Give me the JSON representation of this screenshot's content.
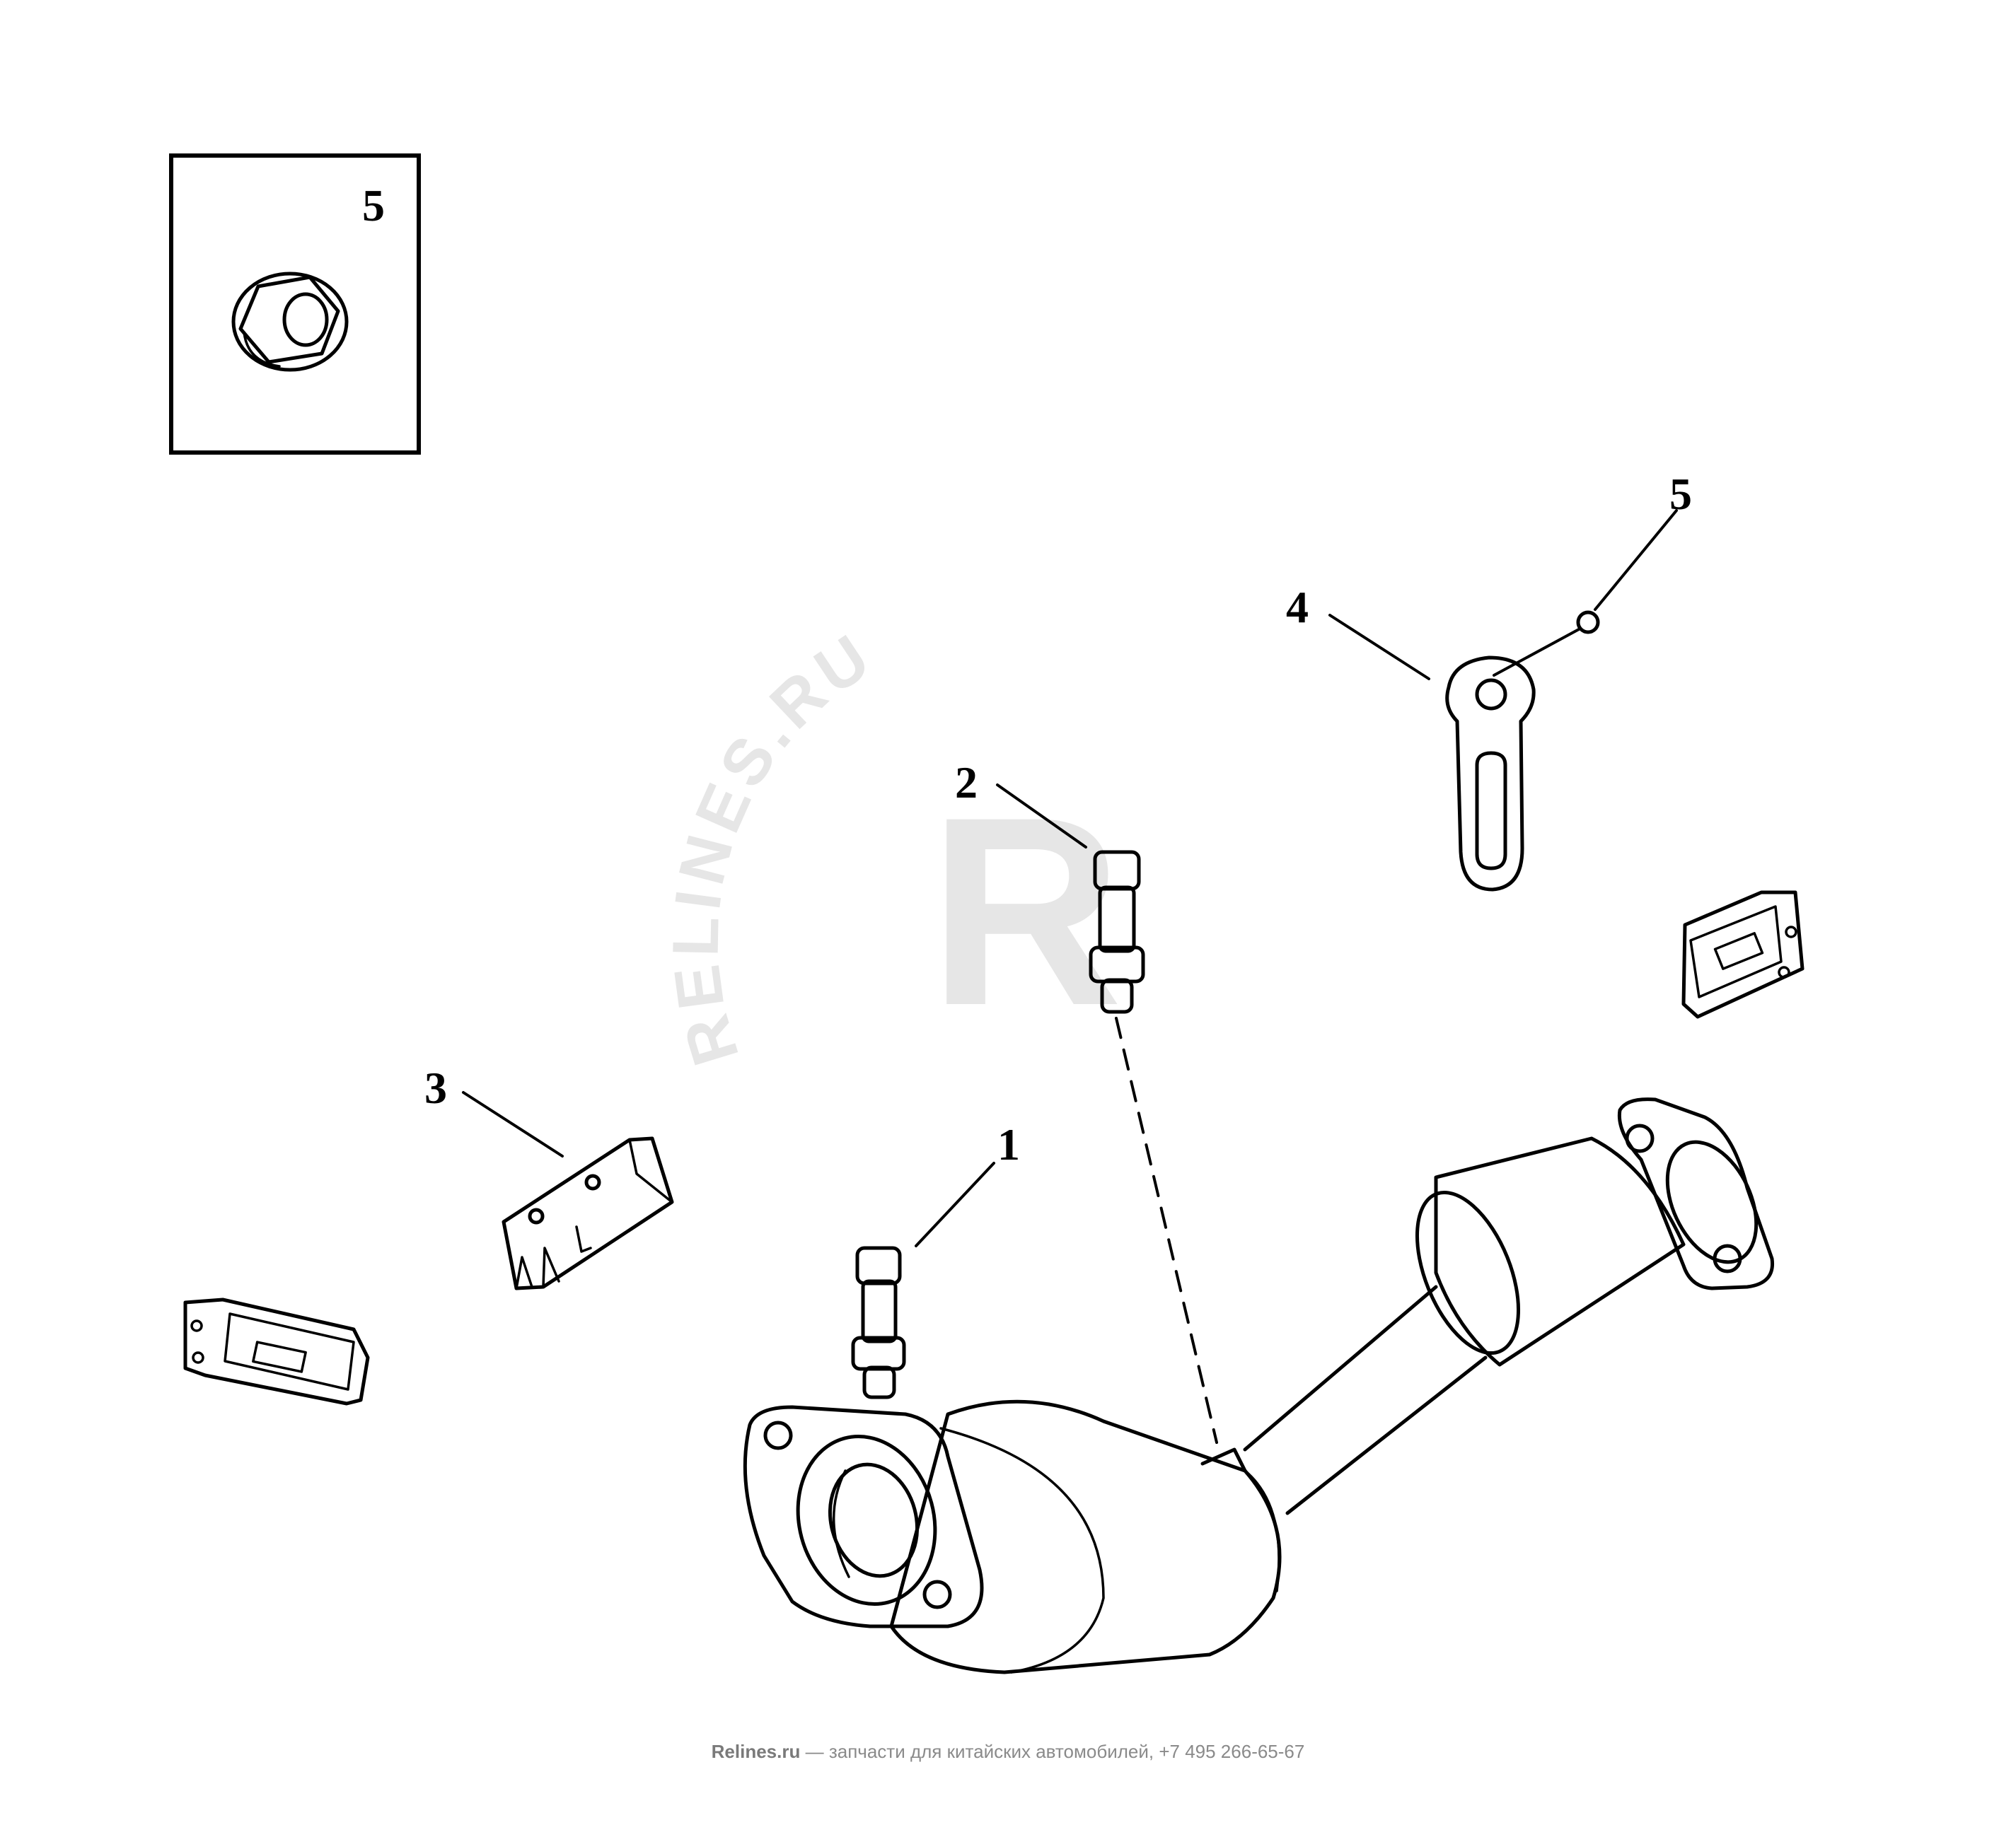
{
  "watermark": {
    "text": "RELINES.RU",
    "logo_letter": "R",
    "color": "#e6e6e6"
  },
  "inset": {
    "callout": "5"
  },
  "callouts": {
    "part_1": "1",
    "part_2": "2",
    "part_3": "3",
    "part_4": "4",
    "part_5": "5"
  },
  "footer": {
    "brand": "Relines.ru",
    "text": " — запчасти для китайских автомобилей, +7 495 266-65-67"
  }
}
